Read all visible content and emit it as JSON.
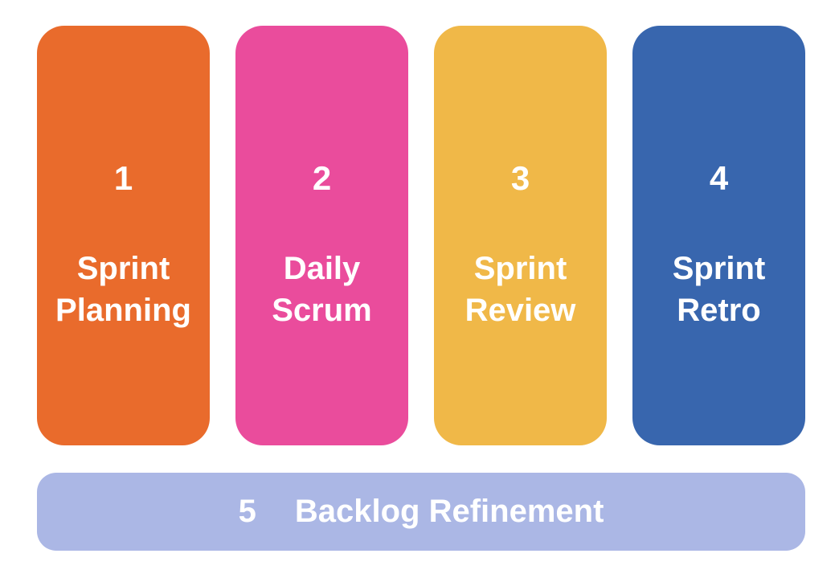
{
  "diagram": {
    "background_color": "#FFFFFF",
    "text_color": "#FFFFFF",
    "columns": [
      {
        "number": "1",
        "label_line1": "Sprint",
        "label_line2": "Planning",
        "color": "#E96B2C"
      },
      {
        "number": "2",
        "label_line1": "Daily",
        "label_line2": "Scrum",
        "color": "#EA4C9C"
      },
      {
        "number": "3",
        "label_line1": "Sprint",
        "label_line2": "Review",
        "color": "#F0B848"
      },
      {
        "number": "4",
        "label_line1": "Sprint",
        "label_line2": "Retro",
        "color": "#3866AE"
      }
    ],
    "bottom_bar": {
      "number": "5",
      "label": "Backlog Refinement",
      "color": "#ABB7E5"
    }
  }
}
